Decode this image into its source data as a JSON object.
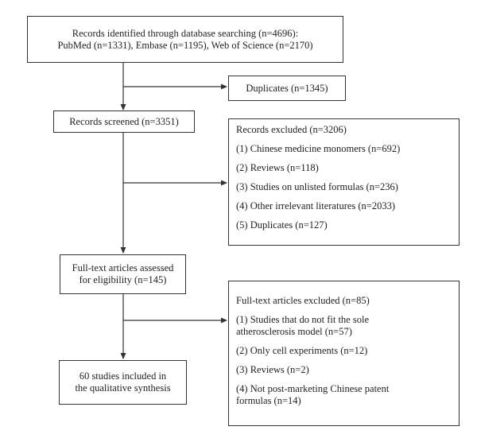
{
  "identification": {
    "line1": "Records identified through database searching (n=4696):",
    "line2": "PubMed (n=1331), Embase (n=1195), Web of Science (n=2170)"
  },
  "duplicates": {
    "label": "Duplicates (n=1345)"
  },
  "screened": {
    "label": "Records screened (n=3351)"
  },
  "records_excluded": {
    "title": "Records excluded (n=3206)",
    "items": [
      "(1) Chinese medicine monomers (n=692)",
      "(2) Reviews (n=118)",
      "(3) Studies on unlisted formulas (n=236)",
      "(4) Other irrelevant literatures (n=2033)",
      "(5) Duplicates (n=127)"
    ]
  },
  "fulltext": {
    "line1": "Full-text articles assessed",
    "line2": "for eligibility (n=145)"
  },
  "fulltext_excluded": {
    "title": "Full-text articles excluded (n=85)",
    "items": [
      {
        "line1": "(1) Studies that do not fit the sole",
        "line2": "atherosclerosis model (n=57)"
      },
      {
        "line1": "(2) Only cell experiments (n=12)"
      },
      {
        "line1": "(3) Reviews (n=2)"
      },
      {
        "line1": "(4) Not post-marketing Chinese patent",
        "line2": "formulas (n=14)"
      }
    ]
  },
  "included": {
    "line1": "60 studies included in",
    "line2": "the qualitative synthesis"
  }
}
